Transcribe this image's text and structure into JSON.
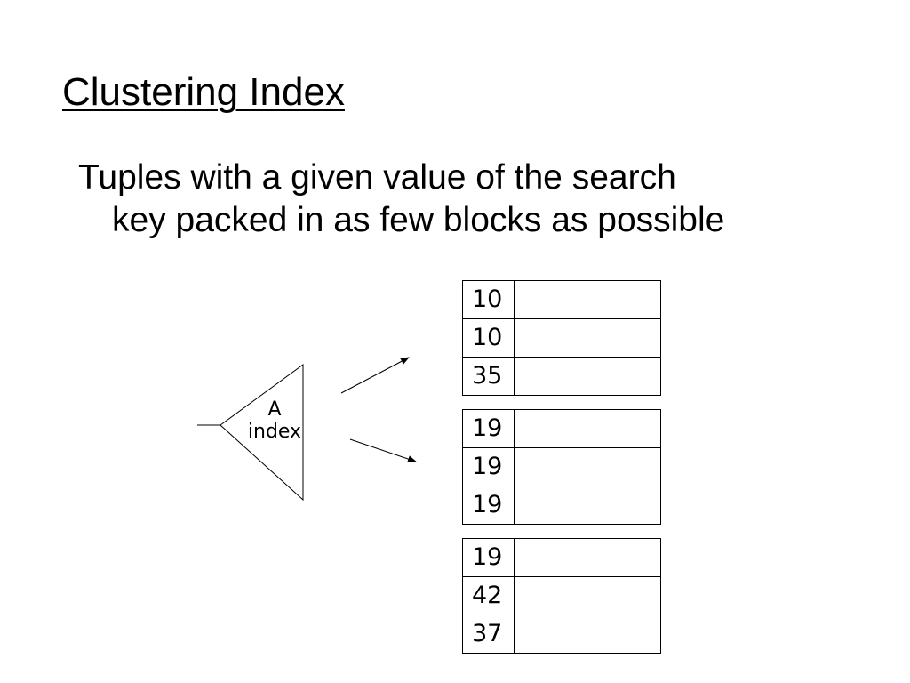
{
  "slide": {
    "title": "Clustering Index",
    "bullet_line1": "Tuples with a given value of the search",
    "bullet_line2": "key packed in as few blocks as possible"
  },
  "index": {
    "label_line1": "A",
    "label_line2": "index"
  },
  "blocks": [
    {
      "keys": [
        "10",
        "10",
        "35"
      ]
    },
    {
      "keys": [
        "19",
        "19",
        "19"
      ]
    },
    {
      "keys": [
        "19",
        "42",
        "37"
      ]
    }
  ]
}
